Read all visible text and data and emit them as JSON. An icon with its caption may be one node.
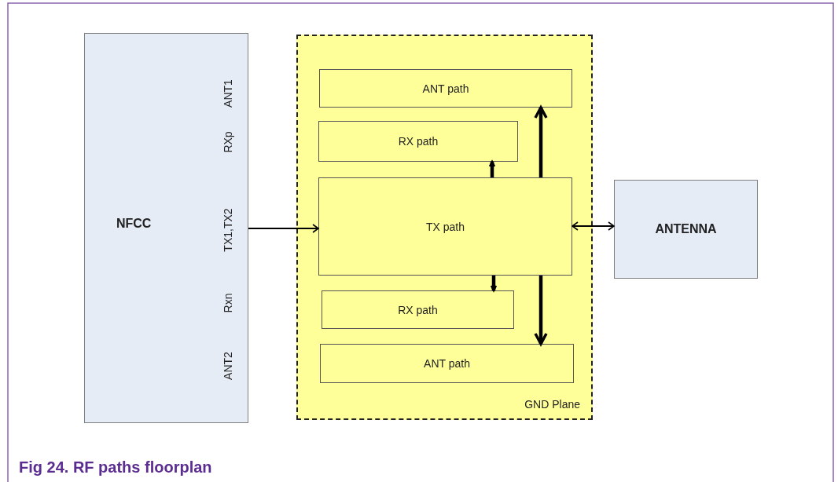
{
  "diagram": {
    "caption": "Fig 24. RF paths floorplan",
    "nodes": [
      {
        "text": [
          "NFCC",
          "ANT1",
          "RXp",
          "TX1,TX2",
          "Rxn",
          "ANT2"
        ]
      },
      {
        "text": [
          "GND Plane"
        ]
      },
      {
        "text": [
          "ANT path"
        ],
        "in": 1
      },
      {
        "text": [
          "RX path"
        ],
        "in": 1
      },
      {
        "text": [
          "TX path"
        ],
        "in": 1
      },
      {
        "text": [
          "RX path"
        ],
        "in": 1
      },
      {
        "text": [
          "ANT path"
        ],
        "in": 1
      },
      {
        "text": [
          "ANTENNA"
        ]
      }
    ],
    "edges": [
      {
        "from": 0,
        "to": 4,
        "arrow": "to"
      },
      {
        "from": 4,
        "to": 2,
        "arrow": "to"
      },
      {
        "from": 4,
        "to": 3,
        "arrow": "to"
      },
      {
        "from": 4,
        "to": 5,
        "arrow": "to"
      },
      {
        "from": 4,
        "to": 6,
        "arrow": "to"
      },
      {
        "from": 7,
        "to": 4,
        "arrow": "both"
      }
    ]
  }
}
